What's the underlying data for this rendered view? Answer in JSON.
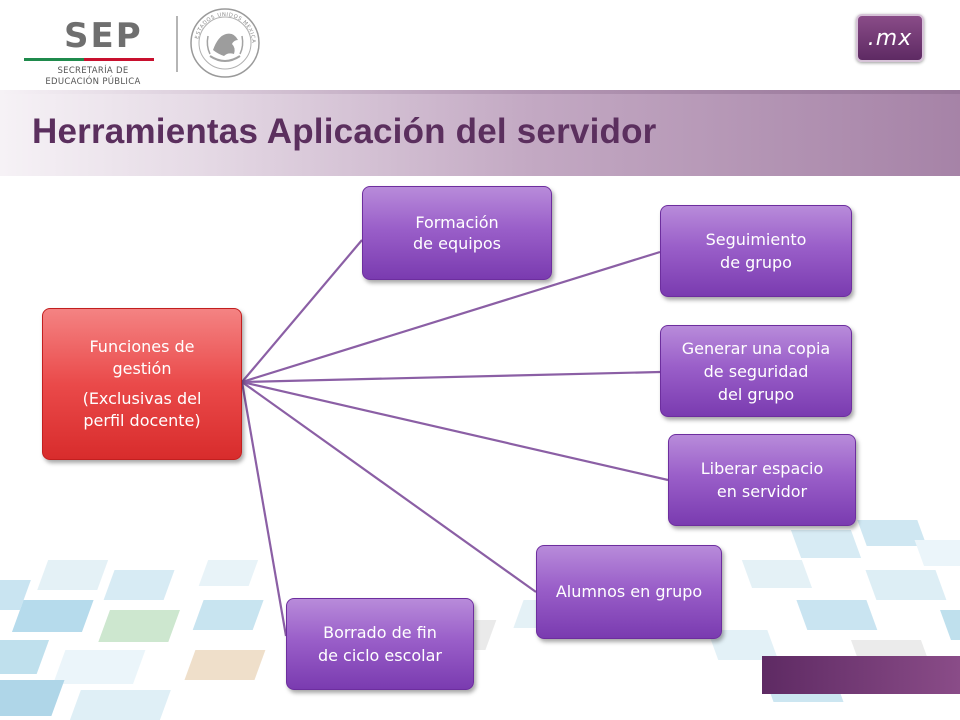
{
  "header": {
    "sep_word": "SEP",
    "sep_subtitle_line1": "SECRETARÍA DE",
    "sep_subtitle_line2": "EDUCACIÓN PÚBLICA",
    "seal_text": "ESTADOS UNIDOS MEXICANOS",
    "badge_text": ".mx"
  },
  "title": "Herramientas Aplicación del servidor",
  "diagram": {
    "root": {
      "line1": "Funciones de",
      "line2": "gestión",
      "line3": "(Exclusivas del",
      "line4": "perfil docente)"
    },
    "nodes": {
      "formacion": {
        "line1": "Formación",
        "line2": "de equipos"
      },
      "seguimiento": {
        "line1": "Seguimiento",
        "line2": "de grupo"
      },
      "copia": {
        "line1": "Generar una copia",
        "line2": "de seguridad",
        "line3": "del grupo"
      },
      "liberar": {
        "line1": "Liberar espacio",
        "line2": "en servidor"
      },
      "alumnos": {
        "line1": "Alumnos en grupo"
      },
      "borrado": {
        "line1": "Borrado de fin",
        "line2": "de ciclo escolar"
      }
    }
  },
  "colors": {
    "title": "#5b2f5e",
    "box_purple": "#9a5fc9",
    "box_red": "#ea4a4a",
    "connector": "#8b5fa5"
  }
}
